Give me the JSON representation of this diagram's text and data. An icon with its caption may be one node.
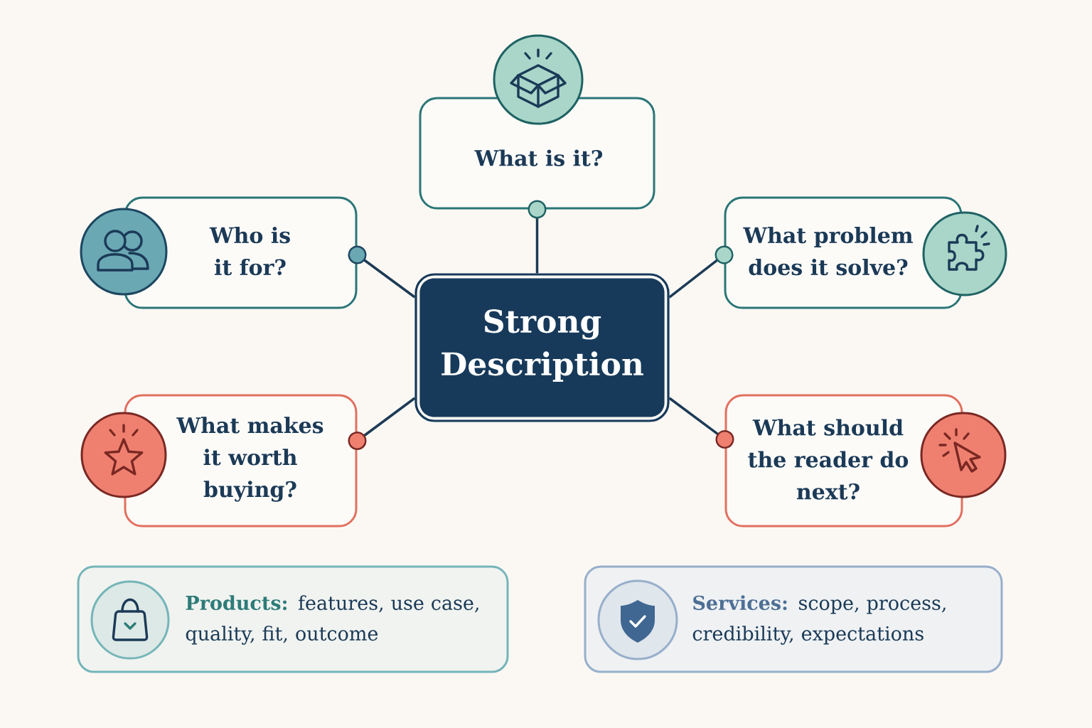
{
  "diagram": {
    "nodes": [
      {
        "text": [
          "What is it?"
        ]
      },
      {
        "text": [
          "Who is it for?"
        ]
      },
      {
        "text": [
          "What problem does it solve?"
        ]
      },
      {
        "text": [
          "Strong Description"
        ]
      },
      {
        "text": [
          "What makes it worth buying?"
        ]
      },
      {
        "text": [
          "What should the reader do next?"
        ]
      },
      {
        "text": [
          "**Products:** features, use case, quality, fit, outcome"
        ]
      },
      {
        "text": [
          "**Services:** scope, process, credibility, expectations"
        ]
      }
    ],
    "edges": [
      {
        "from": 3,
        "to": 0,
        "arrow": "other"
      },
      {
        "from": 3,
        "to": 1,
        "arrow": "other"
      },
      {
        "from": 3,
        "to": 2,
        "arrow": "other"
      },
      {
        "from": 3,
        "to": 4,
        "arrow": "other"
      },
      {
        "from": 3,
        "to": 5,
        "arrow": "other"
      }
    ]
  }
}
